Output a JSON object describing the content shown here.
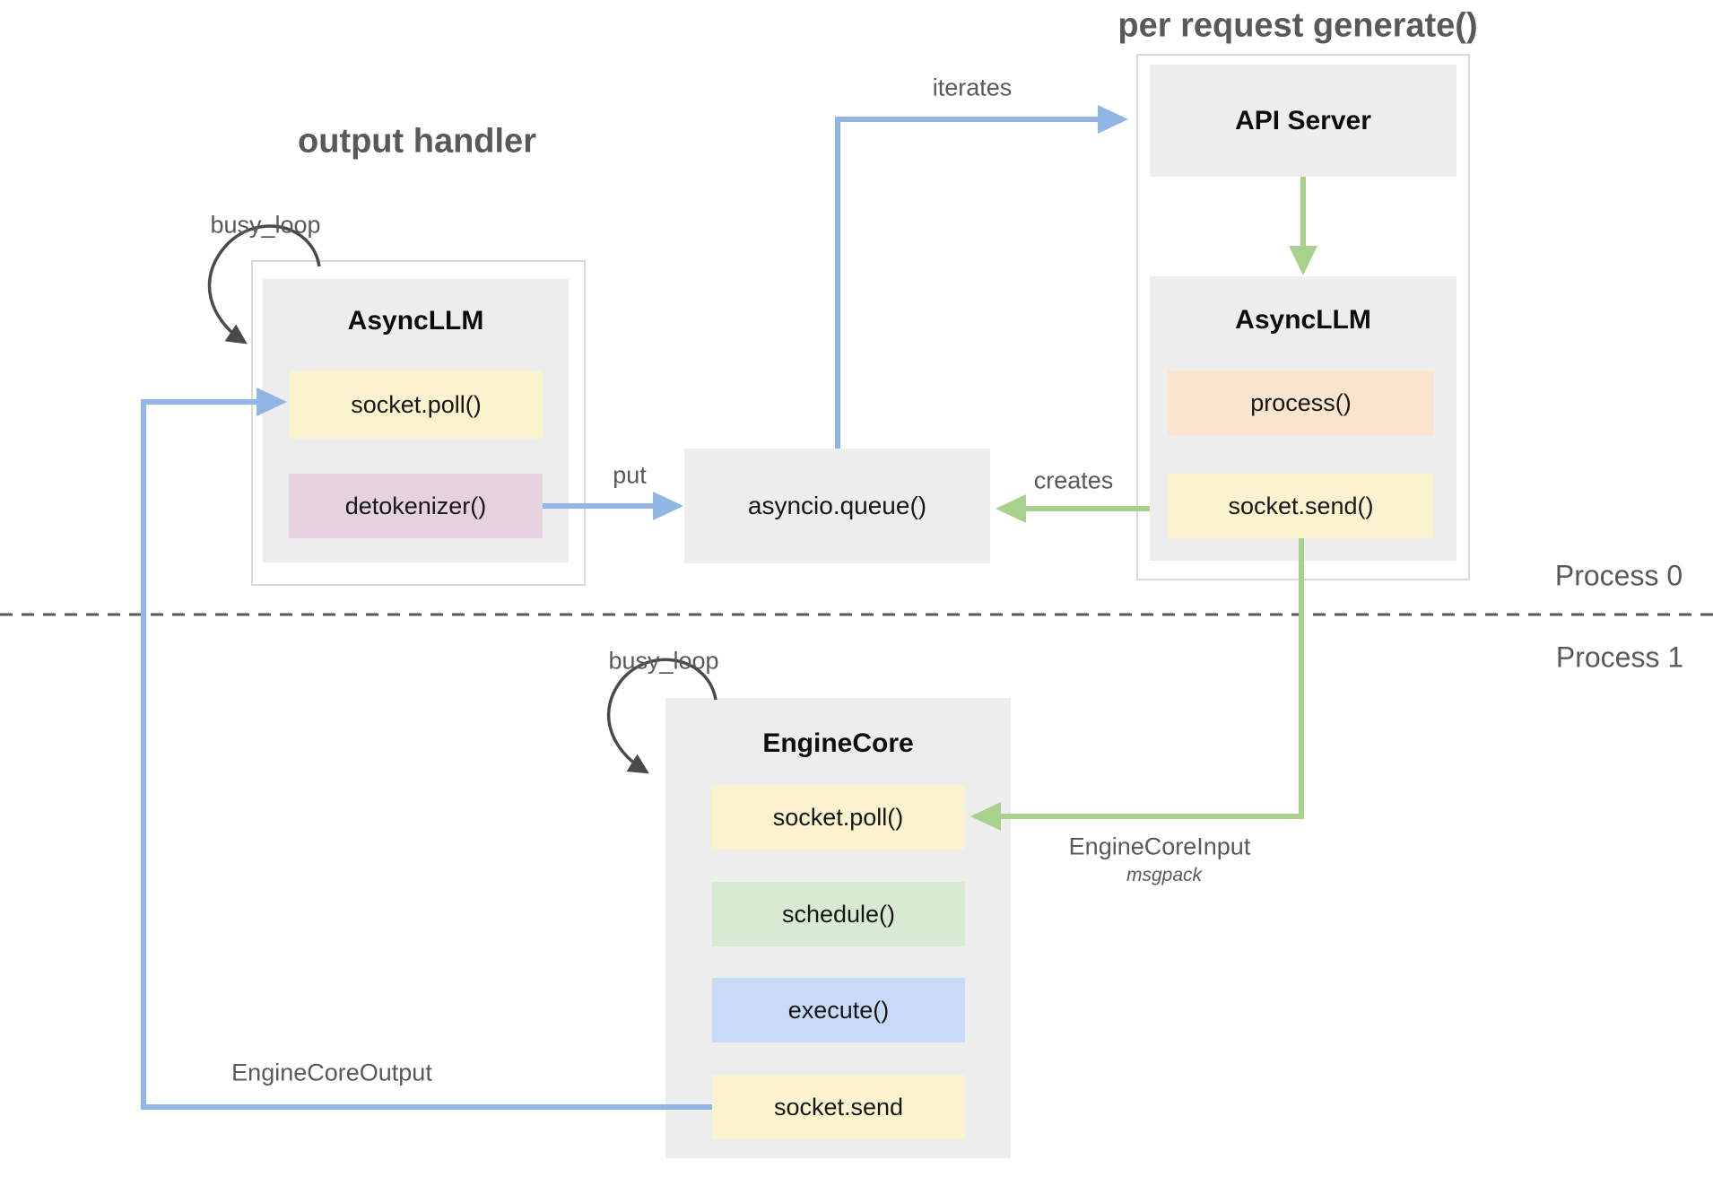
{
  "titles": {
    "output_handler": "output handler",
    "per_request_generate": "per request generate()"
  },
  "process_labels": {
    "process0": "Process 0",
    "process1": "Process 1"
  },
  "arrow_labels": {
    "busy_loop_output_handler": "busy_loop",
    "busy_loop_engine_core": "busy_loop",
    "iterates": "iterates",
    "put": "put",
    "creates": "creates",
    "engine_core_input": "EngineCoreInput",
    "engine_core_input_format": "msgpack",
    "engine_core_output": "EngineCoreOutput"
  },
  "output_handler_group": {
    "title": "AsyncLLM",
    "items": [
      {
        "label": "socket.poll()",
        "color": "#FBF2CE"
      },
      {
        "label": "detokenizer()",
        "color": "#E5D2DE"
      }
    ]
  },
  "per_request_group": {
    "api_server_title": "API Server",
    "async_llm_title": "AsyncLLM",
    "items": [
      {
        "label": "process()",
        "color": "#F9E4CD"
      },
      {
        "label": "socket.send()",
        "color": "#FBF2CE"
      }
    ]
  },
  "queue": {
    "label": "asyncio.queue()"
  },
  "engine_core_group": {
    "title": "EngineCore",
    "items": [
      {
        "label": "socket.poll()",
        "color": "#FBF2CE"
      },
      {
        "label": "schedule()",
        "color": "#D9EAD3"
      },
      {
        "label": "execute()",
        "color": "#C9DAF8"
      },
      {
        "label": "socket.send",
        "color": "#FBF2CE"
      }
    ]
  },
  "colors": {
    "arrow_blue": "#90B6E6",
    "arrow_green": "#A9D18E",
    "loop_arrow": "#4A4A4A",
    "dashed_divider": "#5A5A5A",
    "container_fill": "#EDEDED",
    "outer_border": "#D9D9D9",
    "label_text": "#595959",
    "item_text": "#161616"
  }
}
